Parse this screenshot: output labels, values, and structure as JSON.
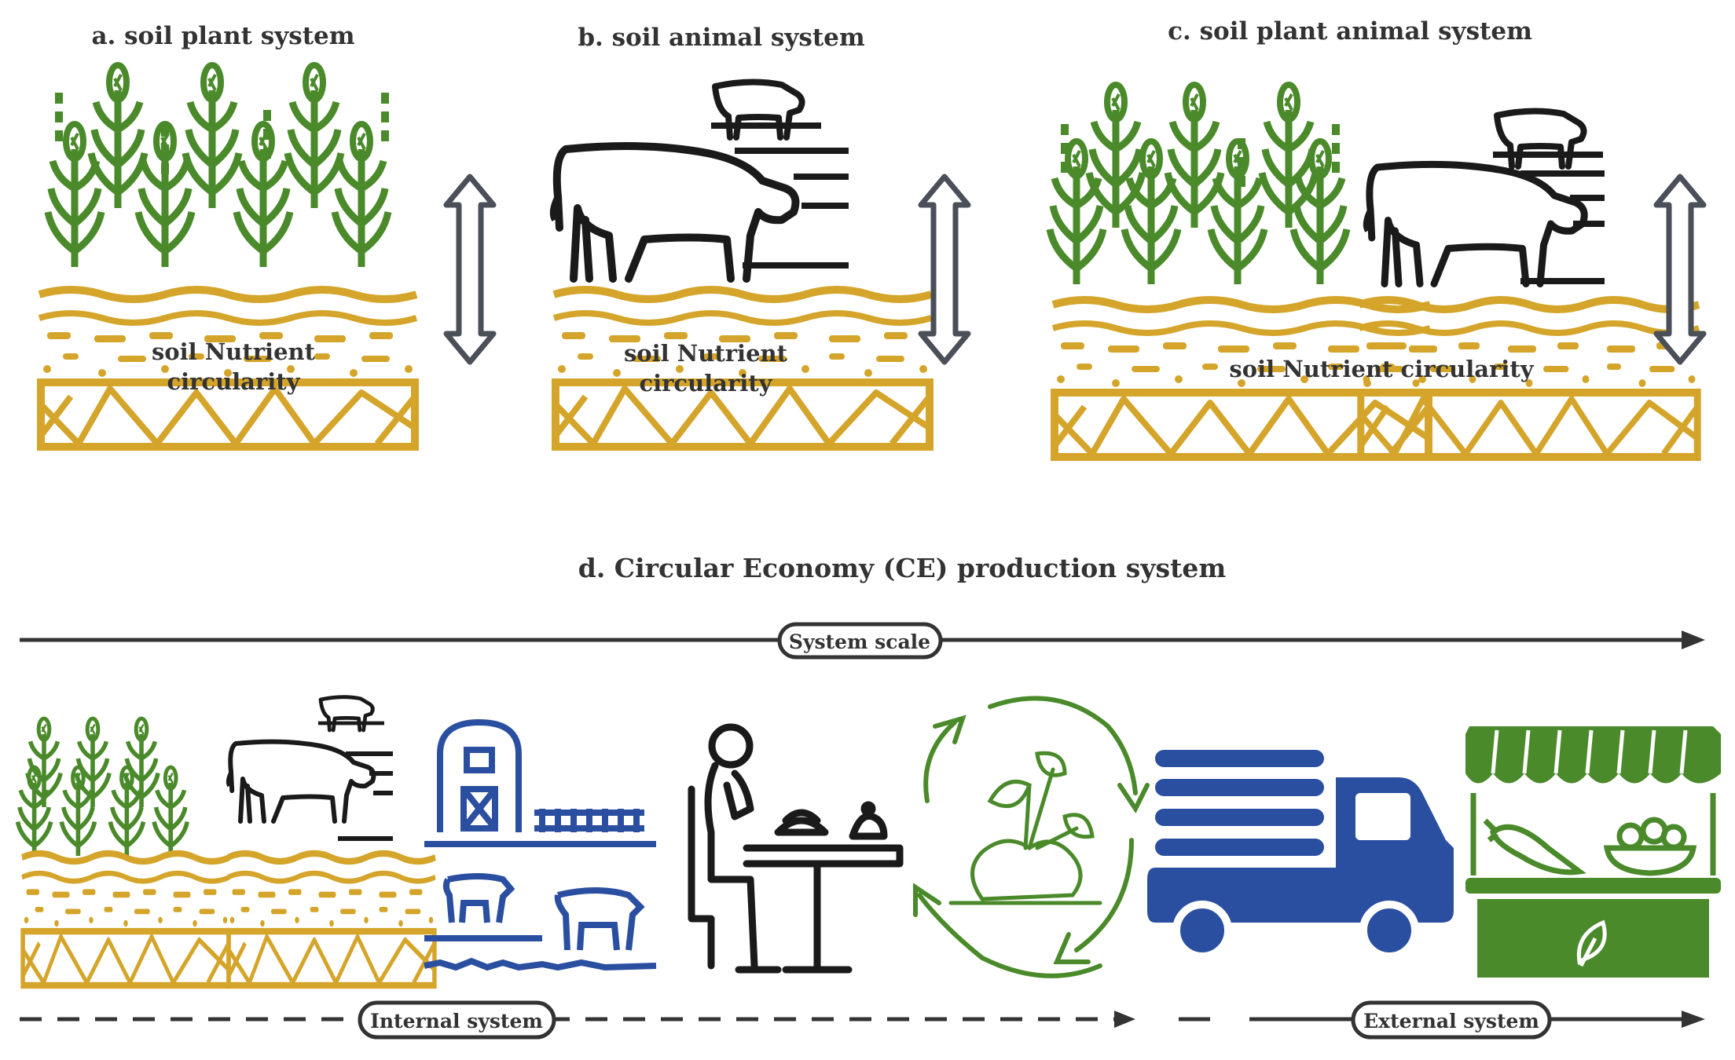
{
  "panels": {
    "a": {
      "title": "a. soil plant system",
      "soil_label_line1": "soil Nutrient",
      "soil_label_line2": "circularity"
    },
    "b": {
      "title": "b. soil animal system",
      "soil_label_line1": "soil Nutrient",
      "soil_label_line2": "circularity"
    },
    "c": {
      "title": "c. soil plant animal  system",
      "soil_label": "soil Nutrient circularity"
    }
  },
  "panel_d": {
    "title": "d. Circular Economy (CE) production system",
    "scale_label": "System scale",
    "internal_label": "Internal system",
    "external_label": "External system"
  },
  "colors": {
    "plant_green": "#4a8a2a",
    "soil_gold": "#d4a52a",
    "farm_blue": "#2b4fa0",
    "line_dark": "#333333",
    "market_green": "#4a8a2a"
  },
  "icons": [
    "corn-plant-icon",
    "cow-icon",
    "soil-layers-icon",
    "double-arrow-icon",
    "barn-icon",
    "person-eating-icon",
    "recycle-cycle-icon",
    "truck-icon",
    "market-stall-icon"
  ]
}
